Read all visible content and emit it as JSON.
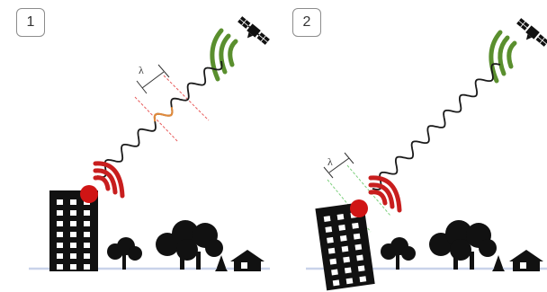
{
  "panels": [
    {
      "number": "1",
      "wavelength_symbol": "λ",
      "icons": [
        "satellite-icon",
        "radar-signal-icon",
        "building-icon",
        "tree-icon",
        "house-icon"
      ]
    },
    {
      "number": "2",
      "wavelength_symbol": "λ",
      "icons": [
        "satellite-icon",
        "radar-signal-icon",
        "tilted-building-icon",
        "tree-icon",
        "house-icon"
      ]
    }
  ],
  "colors": {
    "signal_green": "#5a8f2e",
    "signal_red": "#c81e1e",
    "wave": "#1a1a1a",
    "wave_highlight": "#e08a3c",
    "ground": "#c9d3ea",
    "guide_red": "#e85a5a",
    "guide_green": "#7ccf7c"
  }
}
